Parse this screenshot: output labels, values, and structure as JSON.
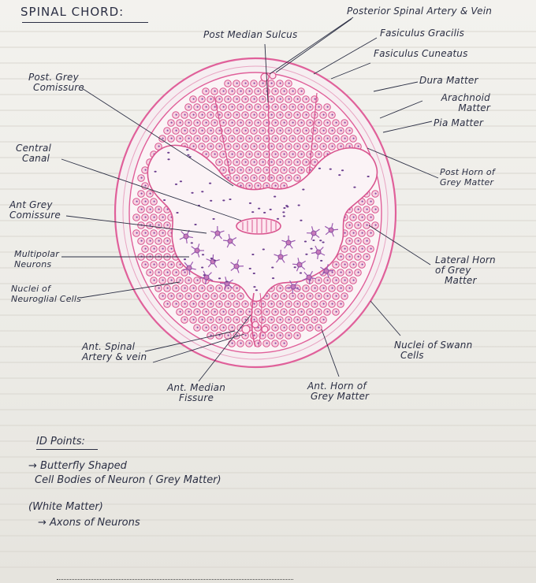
{
  "title": "SPINAL CHORD:",
  "labels": {
    "posterior_spinal": "Posterior Spinal Artery & Vein",
    "post_median_sulcus": "Post Median Sulcus",
    "fasciculus_gracilis": "Fasiculus Gracilis",
    "fasciculus_cuneatus": "Fasiculus Cuneatus",
    "post_grey_commissure_1": "Post. Grey",
    "post_grey_commissure_2": "Comissure",
    "dura_mater": "Dura Matter",
    "arachnoid_1": "Arachnoid",
    "arachnoid_2": "Matter",
    "pia_mater": "Pia Matter",
    "central_canal_1": "Central",
    "central_canal_2": "Canal",
    "post_horn_1": "Post Horn of",
    "post_horn_2": "Grey Matter",
    "ant_grey_commissure_1": "Ant Grey",
    "ant_grey_commissure_2": "Comissure",
    "multipolar_1": "Multipolar",
    "multipolar_2": "Neurons",
    "lateral_horn_1": "Lateral Horn",
    "lateral_horn_2": "of Grey",
    "lateral_horn_3": "Matter",
    "neuroglial_1": "Nuclei of",
    "neuroglial_2": "Neuroglial Cells",
    "schwann_1": "Nuclei of Swann",
    "schwann_2": "Cells",
    "ant_spinal_1": "Ant. Spinal",
    "ant_spinal_2": "Artery & vein",
    "ant_median_1": "Ant. Median",
    "ant_median_2": "Fissure",
    "ant_horn_1": "Ant. Horn of",
    "ant_horn_2": "Grey Matter"
  },
  "id_points": {
    "heading": "ID Points:",
    "line1": "→ Butterfly Shaped",
    "line2": "Cell Bodies of Neuron ( Grey Matter)",
    "line3": "(White Matter)",
    "line4": "→ Axons of Neurons"
  },
  "colors": {
    "ink": "#2b2f44",
    "pink": "#e0609a",
    "pink_light": "#f3bcd3",
    "purple": "#8a4fa3"
  }
}
